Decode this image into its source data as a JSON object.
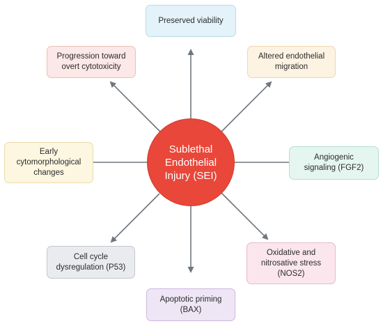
{
  "hub": {
    "label": "Sublethal\nEndothelial\nInjury (SEI)",
    "color": "#e8473a"
  },
  "nodes": [
    {
      "id": "preserved-viability",
      "label": "Preserved viability",
      "fill": "#e3f3f9",
      "stroke": "#b7dbe7"
    },
    {
      "id": "altered-migration",
      "label": "Altered endothelial\nmigration",
      "fill": "#fdf3e2",
      "stroke": "#efd6ad"
    },
    {
      "id": "angiogenic-signaling",
      "label": "Angiogenic\nsignaling (FGF2)",
      "fill": "#e4f6ef",
      "stroke": "#b5e0cf"
    },
    {
      "id": "oxidative-stress",
      "label": "Oxidative and\nnitrosative stress\n(NOS2)",
      "fill": "#fbe6ee",
      "stroke": "#eab9cb"
    },
    {
      "id": "apoptotic-priming",
      "label": "Apoptotic priming\n(BAX)",
      "fill": "#efe6f5",
      "stroke": "#cdb7de"
    },
    {
      "id": "cell-cycle",
      "label": "Cell cycle\ndysregulation (P53)",
      "fill": "#e9ebee",
      "stroke": "#c3c7cd"
    },
    {
      "id": "cytomorphological",
      "label": "Early\ncytomorphological\nchanges",
      "fill": "#fdf6e0",
      "stroke": "#eadcaa"
    },
    {
      "id": "overt-cytotoxicity",
      "label": "Progression toward\novert cytotoxicity",
      "fill": "#fce8e6",
      "stroke": "#eebdb7"
    }
  ],
  "connector_color": "#6f767c"
}
